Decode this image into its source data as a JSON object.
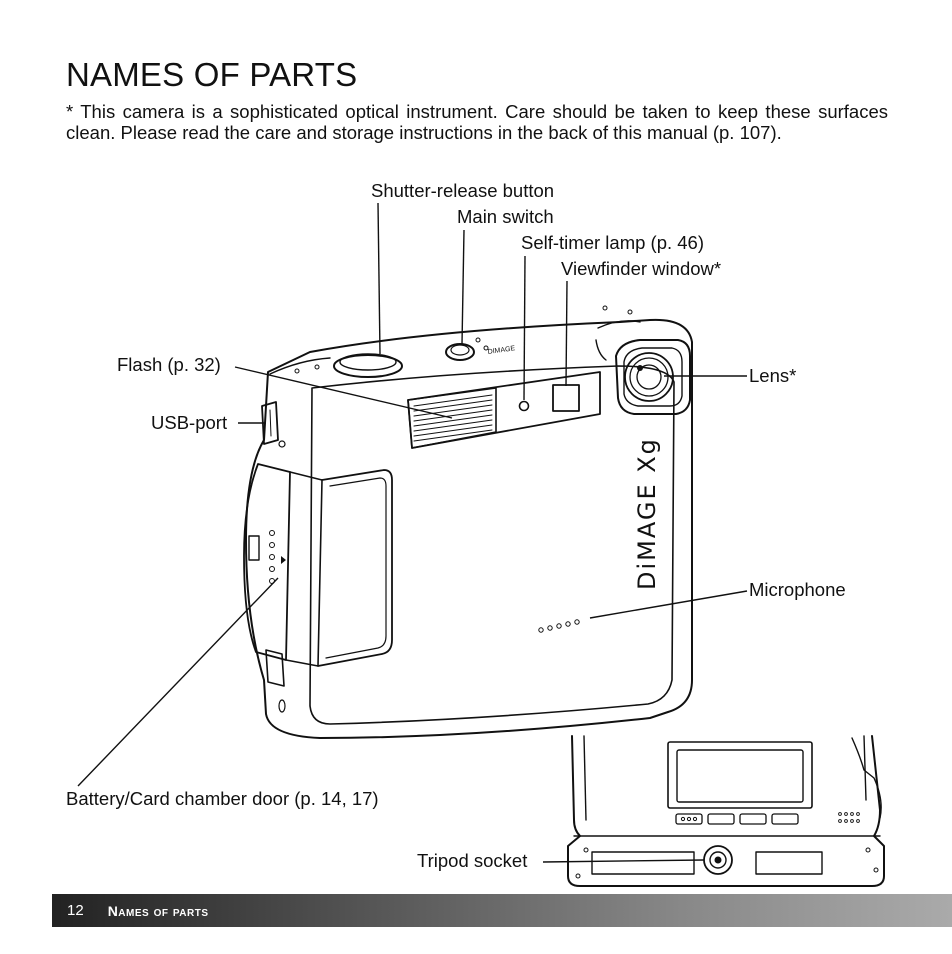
{
  "title": "NAMES OF PARTS",
  "intro": "* This camera is a sophisticated optical instrument. Care should be taken to keep these surfaces clean. Please read the care and storage instructions in the back of this manual (p. 107).",
  "labels": {
    "shutter": "Shutter-release button",
    "main_switch": "Main switch",
    "self_timer": "Self-timer lamp (p. 46)",
    "viewfinder": "Viewfinder window*",
    "flash": "Flash (p. 32)",
    "usb": "USB-port",
    "lens": "Lens*",
    "microphone": "Microphone",
    "battery": "Battery/Card chamber door (p. 14, 17)",
    "tripod": "Tripod socket"
  },
  "camera_brand": "DiMAGE Xg",
  "footer": {
    "page_number": "12",
    "section": "Names of parts"
  }
}
